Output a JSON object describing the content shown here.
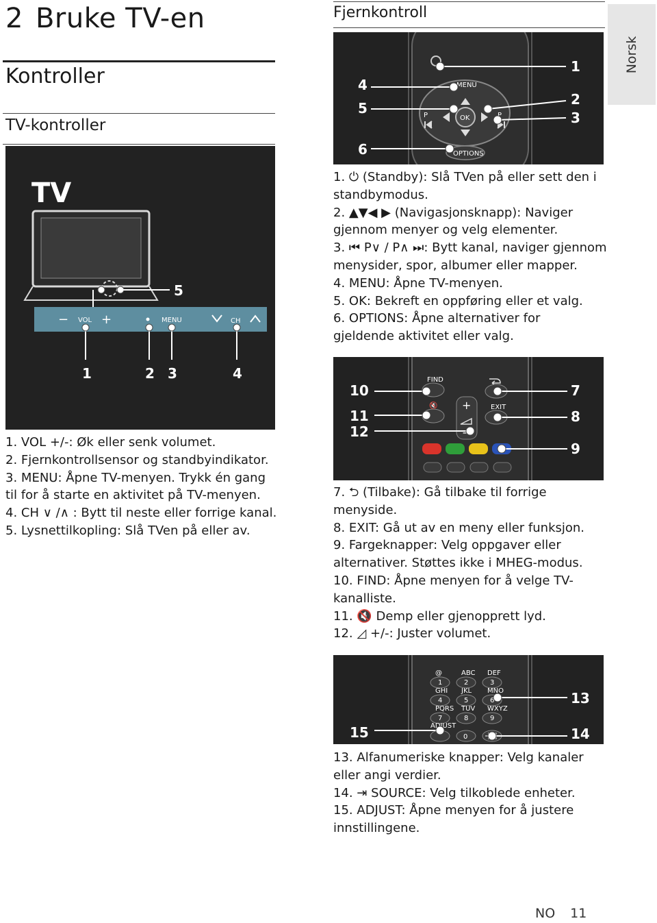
{
  "chapter": {
    "number": "2",
    "title": "Bruke TV-en"
  },
  "section_title": "Kontroller",
  "tv_controls": {
    "heading": "TV-kontroller",
    "panel": {
      "tv_label": "TV",
      "vol": "VOL",
      "minus": "−",
      "plus": "+",
      "menu": "MENU",
      "ch": "CH",
      "callout_5": "5",
      "callouts": [
        "1",
        "2",
        "3",
        "4"
      ]
    },
    "items": [
      {
        "num": "1.",
        "key": "VOL +/-:",
        "text": " Øk eller senk volumet."
      },
      {
        "num": "2.",
        "key": "",
        "text": " Fjernkontrollsensor og standbyindikator."
      },
      {
        "num": "3.",
        "key": "MENU:",
        "text": " Åpne TV-menyen. Trykk én gang"
      },
      {
        "num": "",
        "key": "",
        "text": "til for å starte en aktivitet på TV-menyen."
      },
      {
        "num": "4.",
        "key": "CH ∨ /∧ :",
        "text": " Bytt til neste eller forrige kanal."
      },
      {
        "num": "5.",
        "key": "Lysnettilkopling:",
        "text": " Slå TVen på eller av."
      }
    ]
  },
  "remote": {
    "heading": "Fjernkontroll",
    "side_tab": "Norsk",
    "panel1": {
      "menu": "MENU",
      "ok": "OK",
      "options": "OPTIONS",
      "p_left": "P",
      "p_right": "P",
      "callouts_left": [
        "4",
        "5",
        "6"
      ],
      "callouts_right": [
        "1",
        "2",
        "3"
      ]
    },
    "items1": [
      {
        "num": "1.",
        "key": "⏻ (Standby):",
        "text": " Slå TVen på eller sett den i"
      },
      {
        "num": "",
        "key": "",
        "text": "standbymodus."
      },
      {
        "num": "2.",
        "key": "▲▼◀ ▶",
        "text": " (Navigasjonsknapp): Naviger"
      },
      {
        "num": "",
        "key": "",
        "text": "gjennom menyer og velg elementer."
      },
      {
        "num": "3.",
        "key": "⏮ P∨ / P∧ ⏭:",
        "text": " Bytt kanal, naviger gjennom"
      },
      {
        "num": "",
        "key": "",
        "text": "menysider, spor, albumer eller mapper."
      },
      {
        "num": "4.",
        "key": "MENU:",
        "text": " Åpne TV-menyen."
      },
      {
        "num": "5.",
        "key": "OK:",
        "text": " Bekreft en oppføring eller et valg."
      },
      {
        "num": "6.",
        "key": "OPTIONS:",
        "text": " Åpne alternativer for"
      },
      {
        "num": "",
        "key": "",
        "text": "gjeldende aktivitet eller valg."
      }
    ],
    "panel2": {
      "find": "FIND",
      "exit": "EXIT",
      "plus": "+",
      "minus": "−",
      "callouts_left": [
        "10",
        "11",
        "12"
      ],
      "callouts_right": [
        "7",
        "8",
        "9"
      ],
      "color_keys": [
        "#d9342b",
        "#2f9e3a",
        "#e8c21a",
        "#2a53b8"
      ]
    },
    "items2": [
      {
        "num": "7.",
        "key": "⮌ (Tilbake):",
        "text": " Gå tilbake til forrige"
      },
      {
        "num": "",
        "key": "",
        "text": "menyside."
      },
      {
        "num": "8.",
        "key": "EXIT:",
        "text": " Gå ut av en meny eller funksjon."
      },
      {
        "num": "9.",
        "key": "Fargeknapper:",
        "text": " Velg oppgaver eller"
      },
      {
        "num": "",
        "key": "",
        "text": "alternativer. Støttes ikke i MHEG-modus."
      },
      {
        "num": "10.",
        "key": "FIND:",
        "text": " Åpne menyen for å velge TV-"
      },
      {
        "num": "",
        "key": "",
        "text": "kanalliste."
      },
      {
        "num": "11.",
        "key": "🔇",
        "text": " Demp eller gjenopprett lyd."
      },
      {
        "num": "12.",
        "key": "◿ +/-:",
        "text": " Juster volumet."
      }
    ],
    "panel3": {
      "keys": [
        {
          "label": "@",
          "digit": "1"
        },
        {
          "label": "ABC",
          "digit": "2"
        },
        {
          "label": "DEF",
          "digit": "3"
        },
        {
          "label": "GHI",
          "digit": "4"
        },
        {
          "label": "JKL",
          "digit": "5"
        },
        {
          "label": "MNO",
          "digit": "6"
        },
        {
          "label": "PQRS",
          "digit": "7"
        },
        {
          "label": "TUV",
          "digit": "8"
        },
        {
          "label": "WXYZ",
          "digit": "9"
        }
      ],
      "adjust": "ADJUST",
      "zero": "0",
      "callout_13": "13",
      "callout_14": "14",
      "callout_15": "15"
    },
    "items3": [
      {
        "num": "13.",
        "key": "Alfanumeriske knapper:",
        "text": " Velg kanaler"
      },
      {
        "num": "",
        "key": "",
        "text": "eller angi verdier."
      },
      {
        "num": "14.",
        "key": "⇥ SOURCE:",
        "text": " Velg tilkoblede enheter."
      },
      {
        "num": "15.",
        "key": "ADJUST:",
        "text": " Åpne menyen for å justere"
      },
      {
        "num": "",
        "key": "",
        "text": "innstillingene."
      }
    ]
  },
  "footer": {
    "lang": "NO",
    "page": "11"
  }
}
